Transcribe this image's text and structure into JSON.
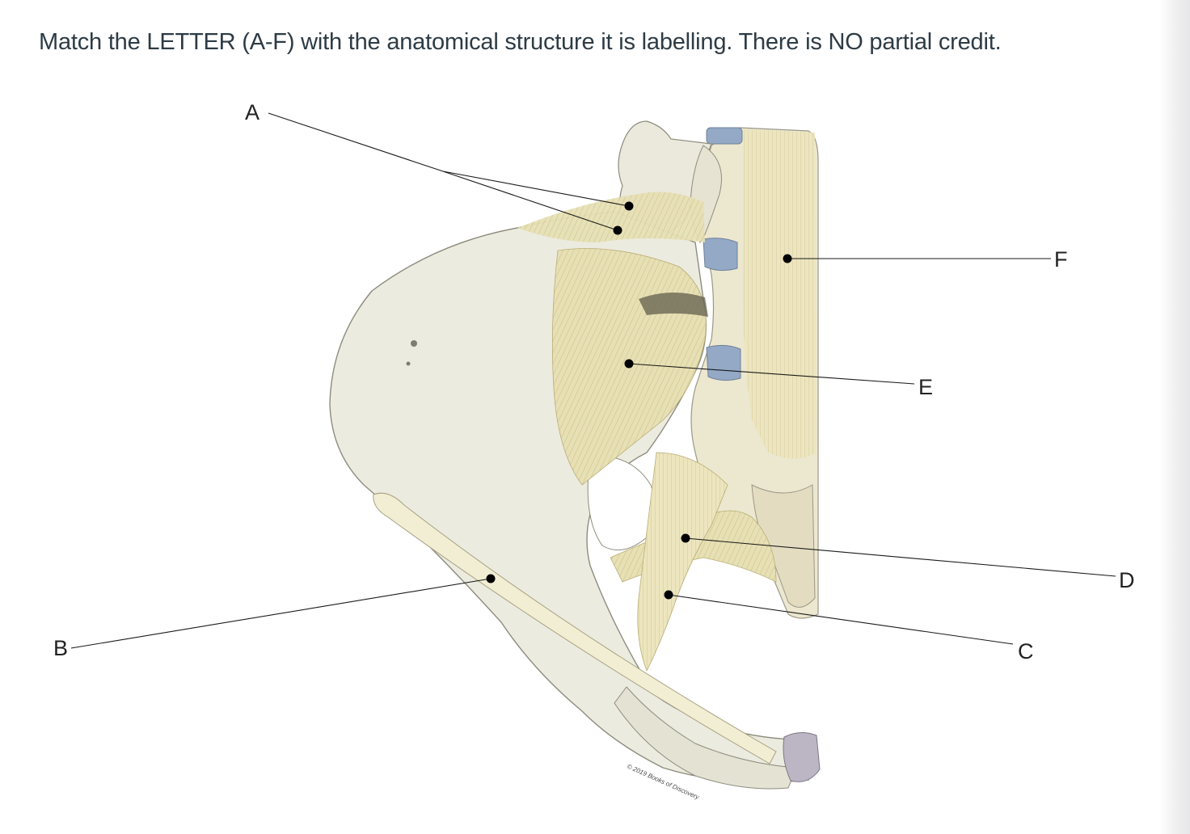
{
  "question": {
    "prompt": "Match the LETTER (A-F) with the anatomical structure it is labelling.  There is NO partial credit."
  },
  "figure": {
    "labels": {
      "a": "A",
      "b": "B",
      "c": "C",
      "d": "D",
      "e": "E",
      "f": "F"
    },
    "copyright": "© 2019 Books of Discovery"
  },
  "colors": {
    "bone": "#ecebdf",
    "ligament": "#e6dfb3",
    "disc": "#93a9c6",
    "coccyx": "#bbb5c4",
    "text": "#2d3b45"
  }
}
